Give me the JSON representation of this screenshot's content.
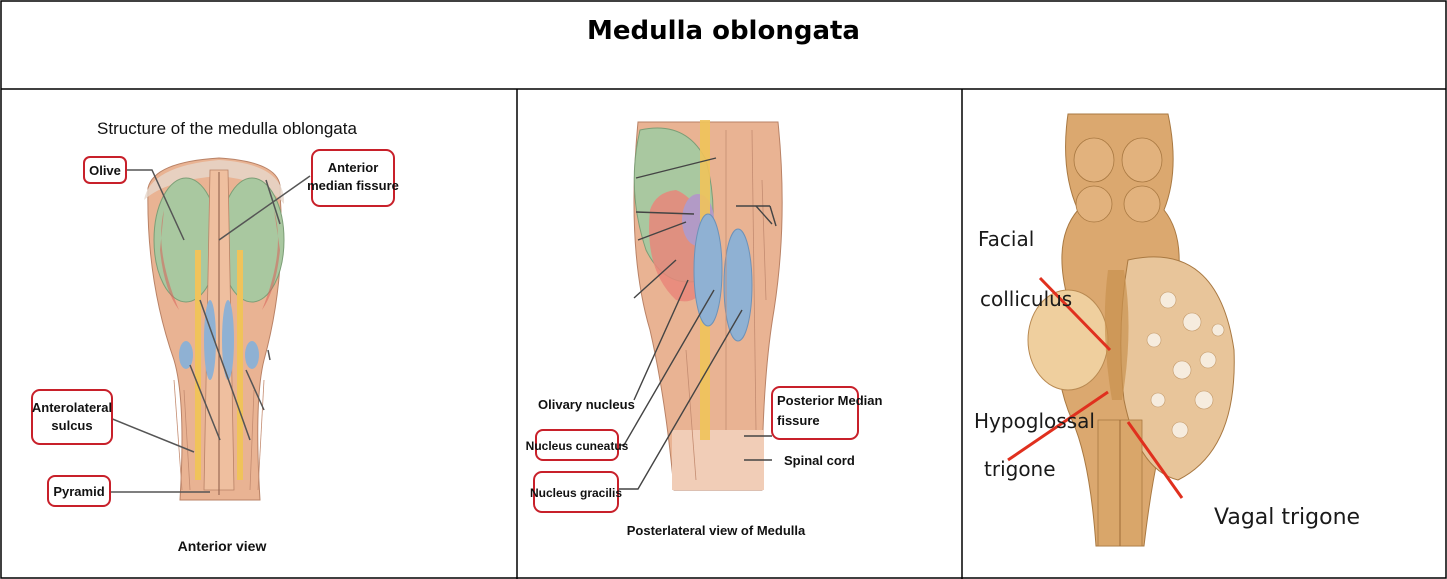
{
  "document": {
    "title": "Medulla oblongata"
  },
  "panel1": {
    "heading": "Structure of the medulla oblongata",
    "labels": {
      "olive": "Olive",
      "anterior_median_fissure_1": "Anterior",
      "anterior_median_fissure_2": "median fissure",
      "anterolateral_sulcus_1": "Anterolateral",
      "anterolateral_sulcus_2": "sulcus",
      "pyramid": "Pyramid"
    },
    "caption": "Anterior view"
  },
  "panel2": {
    "labels": {
      "olivary_nucleus": "Olivary nucleus",
      "nucleus_cuneatus": "Nucleus cuneatus",
      "nucleus_gracilis": "Nucleus gracilis",
      "posterior_median_fissure_1": "Posterior Median",
      "posterior_median_fissure_2": "fissure",
      "spinal_cord": "Spinal cord"
    },
    "caption": "Posterlateral view of Medulla"
  },
  "panel3": {
    "labels": {
      "facial_colliculus_1": "Facial",
      "facial_colliculus_2": "colliculus",
      "hypoglossal_trigone_1": "Hypoglossal",
      "hypoglossal_trigone_2": "trigone",
      "vagal_trigone": "Vagal trigone"
    }
  },
  "colors": {
    "highlight_box": "#c8202a",
    "pointer_line": "#555555",
    "red_arrow": "#e0301e",
    "tissue": "#e7b08e",
    "olive_green": "#9fc39a",
    "nucleus_blue": "#8fb1d3",
    "brainstem_tan": "#d9a66a"
  }
}
